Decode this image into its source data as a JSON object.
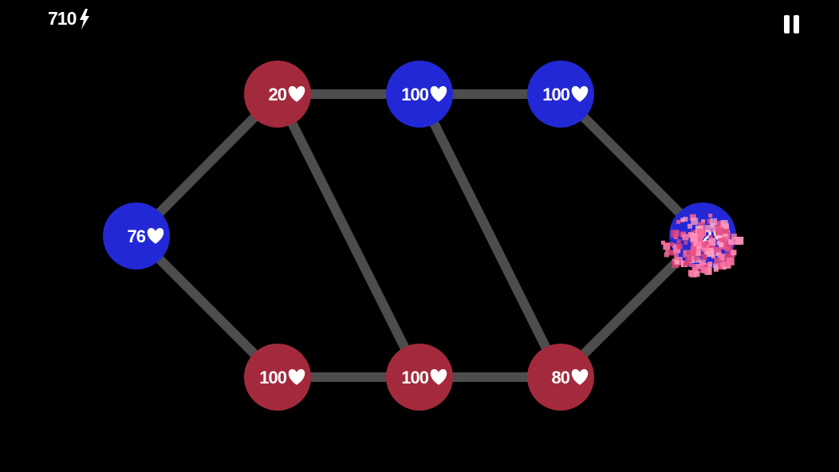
{
  "hud": {
    "energy": "710",
    "energy_icon": "lightning-bolt-icon",
    "pause_icon": "pause-icon"
  },
  "colors": {
    "background": "#000000",
    "edge": "#4d4d4d",
    "red_team": "#a32a3c",
    "blue_team": "#2328d6",
    "explosion": "#ff7aa8",
    "text": "#ffffff"
  },
  "nodes": [
    {
      "id": "n1",
      "team": "red",
      "health": "20"
    },
    {
      "id": "n2",
      "team": "blue",
      "health": "100"
    },
    {
      "id": "n3",
      "team": "blue",
      "health": "100"
    },
    {
      "id": "n4",
      "team": "blue",
      "health": "76"
    },
    {
      "id": "n5",
      "team": "blue",
      "health": "72",
      "under_attack": true
    },
    {
      "id": "n6",
      "team": "red",
      "health": "100"
    },
    {
      "id": "n7",
      "team": "red",
      "health": "100"
    },
    {
      "id": "n8",
      "team": "red",
      "health": "80"
    }
  ],
  "edges": [
    [
      "n1",
      "n2"
    ],
    [
      "n2",
      "n3"
    ],
    [
      "n4",
      "n1"
    ],
    [
      "n4",
      "n6"
    ],
    [
      "n1",
      "n7"
    ],
    [
      "n2",
      "n8"
    ],
    [
      "n3",
      "n5"
    ],
    [
      "n8",
      "n5"
    ],
    [
      "n6",
      "n7"
    ],
    [
      "n7",
      "n8"
    ]
  ]
}
